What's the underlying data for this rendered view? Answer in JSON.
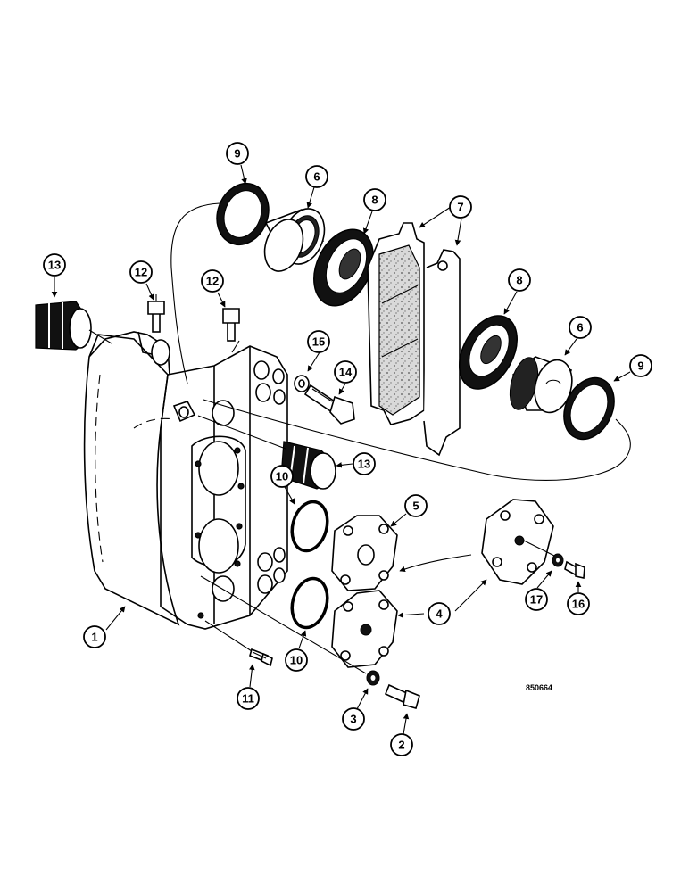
{
  "diagram_code": "850664",
  "callouts": {
    "c1": "1",
    "c2": "2",
    "c3": "3",
    "c4": "4",
    "c5": "5",
    "c6a": "6",
    "c6b": "6",
    "c7": "7",
    "c8a": "8",
    "c8b": "8",
    "c9a": "9",
    "c9b": "9",
    "c10a": "10",
    "c10b": "10",
    "c11": "11",
    "c12a": "12",
    "c12b": "12",
    "c13a": "13",
    "c13b": "13",
    "c14": "14",
    "c15": "15",
    "c16": "16",
    "c17": "17"
  }
}
